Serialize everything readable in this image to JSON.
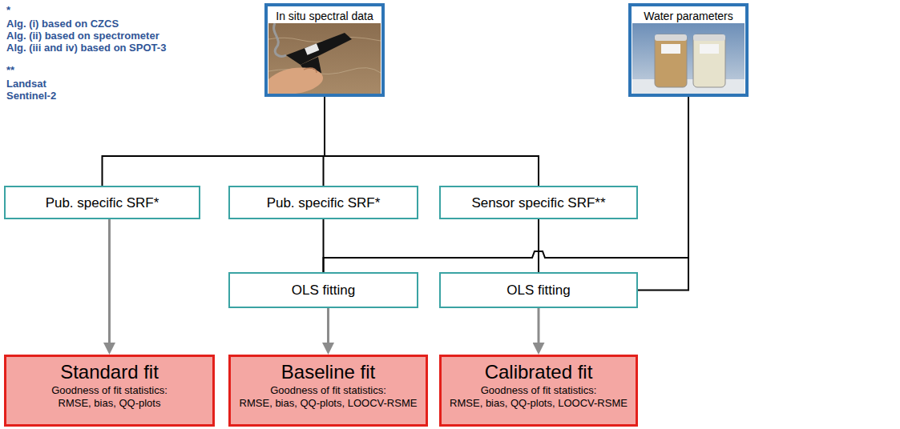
{
  "diagram": {
    "nodes": [
      {
        "text": [
          "In situ spectral data"
        ]
      },
      {
        "text": [
          "Water parameters"
        ]
      },
      {
        "text": [
          "Pub. specific SRF*"
        ]
      },
      {
        "text": [
          "Pub. specific SRF*"
        ]
      },
      {
        "text": [
          "Sensor specific SRF**"
        ]
      },
      {
        "text": [
          "OLS fitting"
        ]
      },
      {
        "text": [
          "OLS fitting"
        ]
      },
      {
        "text": [
          "Standard fit",
          "Goodness of fit statistics:",
          "RMSE, bias, QQ-plots"
        ]
      },
      {
        "text": [
          "Baseline fit",
          "Goodness of fit statistics:",
          "RMSE, bias, QQ-plots, LOOCV-RSME"
        ]
      },
      {
        "text": [
          "Calibrated fit",
          "Goodness of fit statistics:",
          "RMSE, bias, QQ-plots, LOOCV-RSME"
        ]
      }
    ],
    "edges": [
      {
        "from": 0,
        "to": 2,
        "arrow": "none"
      },
      {
        "from": 0,
        "to": 3,
        "arrow": "none"
      },
      {
        "from": 0,
        "to": 4,
        "arrow": "none"
      },
      {
        "from": 1,
        "to": 5,
        "arrow": "none"
      },
      {
        "from": 1,
        "to": 6,
        "arrow": "none"
      },
      {
        "from": 2,
        "to": 7,
        "arrow": "to"
      },
      {
        "from": 3,
        "to": 5,
        "arrow": "none"
      },
      {
        "from": 4,
        "to": 6,
        "arrow": "none"
      },
      {
        "from": 5,
        "to": 8,
        "arrow": "to"
      },
      {
        "from": 6,
        "to": 9,
        "arrow": "to"
      }
    ],
    "labels": [
      "*",
      "Alg. (i) based on CZCS",
      "Alg. (ii) based on spectrometer",
      "Alg. (iii and iv) based on SPOT-3",
      "**",
      "Landsat",
      "Sentinel-2"
    ]
  }
}
